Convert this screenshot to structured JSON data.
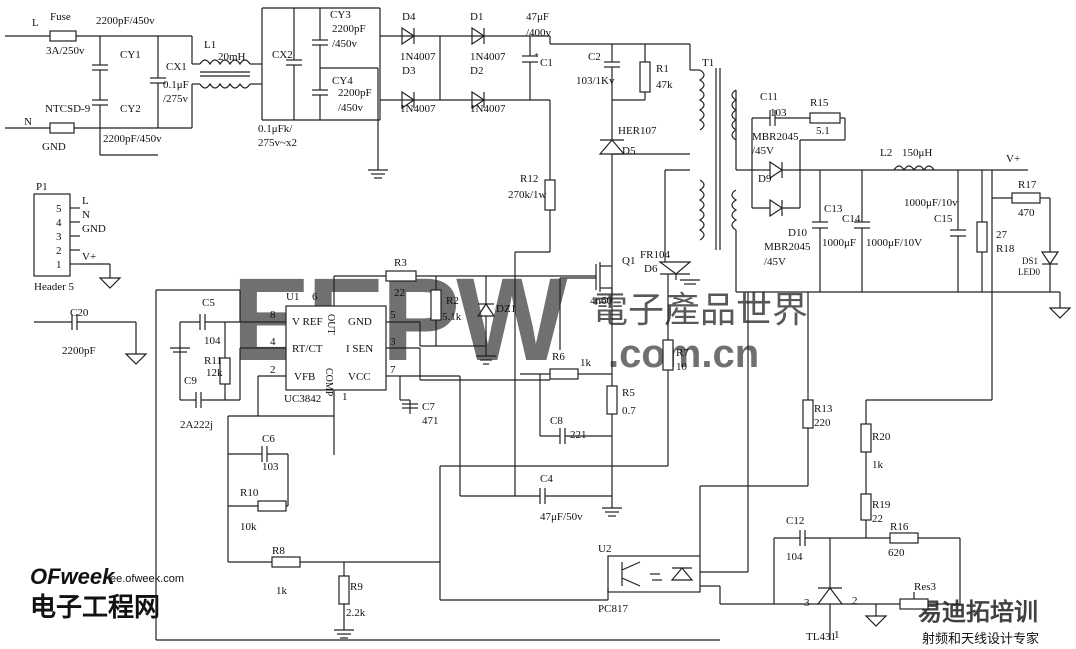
{
  "colors": {
    "watermark_red": "#e03030",
    "watermark_blue": "#2a57b8",
    "ink": "#222222",
    "ofweek_orange": "#f08a1c"
  },
  "watermarks": {
    "eepw": "EEPW",
    "dotcom": ".com.cn",
    "cn_brand": "電子產品世界",
    "ofweek": "OFweek",
    "ofweek_url": "ee.ofweek.com",
    "ofweek_cn": "电子工程网",
    "yidi": "易迪拓培训",
    "yidi_sub": "射频和天线设计专家"
  },
  "labels": {
    "L": "L",
    "N": "N",
    "GND": "GND",
    "fuse": "Fuse",
    "fuse_val": "3A/250v",
    "ntc": "NTCSD-9",
    "cy1": "CY1",
    "cy2": "CY2",
    "cy_top": "2200pF/450v",
    "cy_bot": "2200pF/450v",
    "cx1": "CX1",
    "cx1_v1": "0.1μF",
    "cx1_v2": "/275v",
    "l1": "L1",
    "l1_val": "20mH",
    "cx2": "CX2",
    "cx2_v1": "0.1μFk/",
    "cx2_v2": "275v~x2",
    "cy3": "CY3",
    "cy3_v1": "2200pF",
    "cy3_v2": "/450v",
    "cy4": "CY4",
    "cy4_v1": "2200pF",
    "cy4_v2": "/450v",
    "d4": "D4",
    "d1": "D1",
    "d3": "D3",
    "d2": "D2",
    "in4007_a": "1N4007",
    "in4007_b": "1N4007",
    "in4007_c": "1N4007",
    "in4007_d": "1N4007",
    "c1_val1": "47μF",
    "c1_val2": "/400v",
    "c1": "C1",
    "c2": "C2",
    "c2_val": "103/1Kv",
    "r1": "R1",
    "r1_val": "47k",
    "her": "HER107",
    "d5": "D5",
    "t1": "T1",
    "c11": "C11",
    "c11_val": "103",
    "r15": "R15",
    "r15_val": "5.1",
    "mbr1": "MBR2045",
    "mbr1_v": "/45V",
    "d9": "D9",
    "d10": "D10",
    "mbr2": "MBR2045",
    "mbr2_v": "/45V",
    "c13": "C13",
    "c13_val": "1000μF",
    "c14": "C14",
    "c14_val": "1000μF/10V",
    "l2": "L2",
    "l2_val": "150μH",
    "c15_val": "1000μF/10v",
    "c15": "C15",
    "vplus": "V+",
    "r17": "R17",
    "r17_val": "470",
    "r18_val": "27",
    "r18": "R18",
    "ds1": "DS1",
    "led0": "LED0",
    "r12": "R12",
    "r12_val": "270k/1w",
    "fr104": "FR104",
    "d6": "D6",
    "q1": "Q1",
    "q1_val": "4n60",
    "p1": "P1",
    "hdr": "Header 5",
    "p5": "5",
    "p4": "4",
    "p3": "3",
    "p2": "2",
    "p1n": "1",
    "pl": "L",
    "pn": "N",
    "pgnd": "GND",
    "pv": "V+",
    "c20": "C20",
    "c20_val": "2200pF",
    "u1": "U1",
    "uc": "UC3842",
    "vref": "V REF",
    "rtct": "RT/CT",
    "vfb": "VFB",
    "gnd_pin": "GND",
    "isen": "I SEN",
    "vcc": "VCC",
    "out": "OUT",
    "comp": "COMP",
    "pin8": "8",
    "pin4": "4",
    "pin2": "2",
    "pin5": "5",
    "pin3": "3",
    "pin7": "7",
    "pin6": "6",
    "pin1": "1",
    "c5": "C5",
    "c5_val": "104",
    "r11": "R11",
    "r11_val": "12k",
    "c9": "C9",
    "c9_val": "2A222j",
    "r3": "R3",
    "r3_val": "22",
    "r2": "R2",
    "r2_val": "5.1k",
    "dz1": "DZ1",
    "r6": "R6",
    "r6_val": "1k",
    "r7": "R7",
    "r7_val": "10",
    "r5": "R5",
    "r5_val": "0.7",
    "c7": "C7",
    "c7_val": "471",
    "c8": "C8",
    "c8_val": "221",
    "c6": "C6",
    "c6_val": "103",
    "r10": "R10",
    "r10_val": "10k",
    "c4": "C4",
    "c4_val": "47μF/50v",
    "r13": "R13",
    "r13_val": "220",
    "r20": "R20",
    "r20_val": "1k",
    "r19": "R19",
    "r19_val": "22",
    "r8": "R8",
    "r8_val": "1k",
    "r9": "R9",
    "r9_val": "2.2k",
    "u2": "U2",
    "pc817": "PC817",
    "c12": "C12",
    "c12_val": "104",
    "r16": "R16",
    "r16_val": "620",
    "res3": "Res3",
    "tl431": "TL431",
    "tl3": "3",
    "tl2": "2",
    "tl1": "1"
  }
}
